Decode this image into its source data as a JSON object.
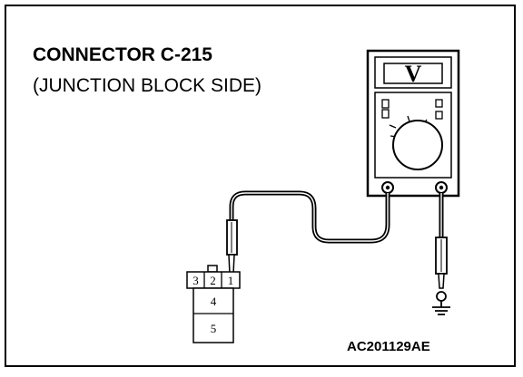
{
  "title": {
    "line1": "CONNECTOR C-215",
    "line2": "(JUNCTION BLOCK SIDE)"
  },
  "meter": {
    "display": "V"
  },
  "connector": {
    "pins_top": [
      "3",
      "2",
      "1"
    ],
    "cavity_middle": "4",
    "cavity_bottom": "5"
  },
  "figure_code": "AC201129AE",
  "colors": {
    "ink": "#000000",
    "paper": "#ffffff"
  }
}
